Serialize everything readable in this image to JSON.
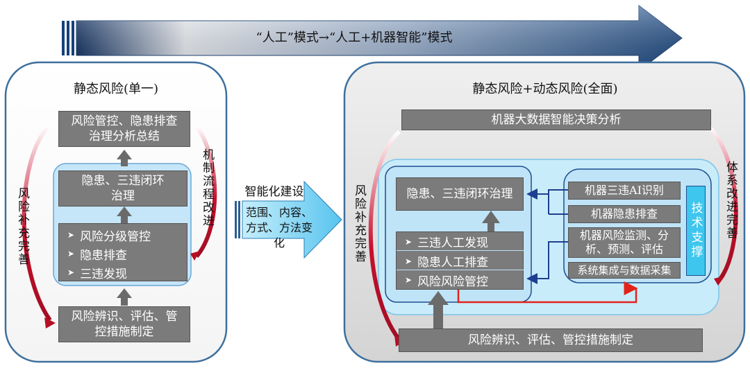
{
  "top_banner": {
    "text": "“人工”模式→“人工+机器智能”模式"
  },
  "left_panel": {
    "title": "静态风险(单一)",
    "top_box": "风险管控、隐患排查治理分析总结",
    "inner_box": "隐患、三违闭环治理",
    "list": [
      "风险分级管控",
      "隐患排查",
      "三违发现"
    ],
    "bottom_box": "风险辨识、评估、管控措施制定",
    "left_vertical": "风险补充完善",
    "right_vertical": "机制流程改进"
  },
  "middle_arrow": {
    "label": "智能化建设",
    "body": "范围、内容、方式、方法变化"
  },
  "right_panel": {
    "title": "静态风险+动态风险(全面)",
    "top_box": "机器大数据智能决策分析",
    "closed_loop_box": "隐患、三违闭环治理",
    "list": [
      "三违人工发现",
      "隐患人工排查",
      "风险风险管控"
    ],
    "machine_items": [
      "机器三违AI识别",
      "机器隐患排查",
      "机器风险监测、分析、预测、评估",
      "系统集成与数据采集"
    ],
    "tech_support": "技术支撑",
    "bottom_box": "风险辨识、评估、管控措施制定",
    "left_vertical": "风险补充完善",
    "right_vertical": "体系改进完善"
  },
  "colors": {
    "banner_dark": "#1f4d85",
    "panel_border": "#3d6f9e",
    "gray_box": "#7b7b7b",
    "inner_blue": "#bfe4f7",
    "cyan_panel": "#cdeefc",
    "red_curve": "#c1121f",
    "red_line": "#e2231a",
    "tech_cyan": "#3ec6ee"
  }
}
